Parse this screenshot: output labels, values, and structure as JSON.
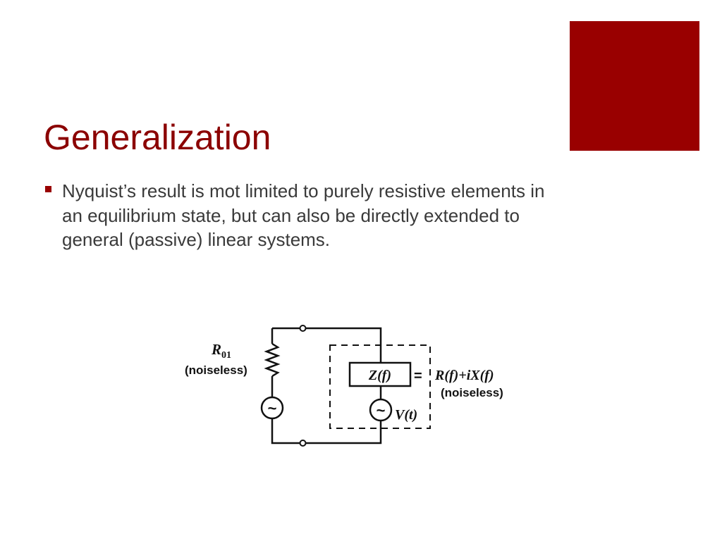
{
  "slide": {
    "title": "Generalization",
    "accent_color": "#990000",
    "title_color": "#8b0000",
    "bullets": [
      "Nyquist’s result is mot limited to purely resistive elements in an equilibrium state, but can also be directly extended to general (passive) linear systems."
    ]
  },
  "figure": {
    "resistor_label_sub": "01",
    "noiseless_left": "(noiseless)",
    "impedance_label": "Z(f)",
    "equals_sign": "=",
    "equation": "R(f)+iX(f)",
    "noiseless_right": "(noiseless)",
    "source_left_symbol": "~",
    "source_right_symbol": "~",
    "voltage_label": "V(t)"
  }
}
